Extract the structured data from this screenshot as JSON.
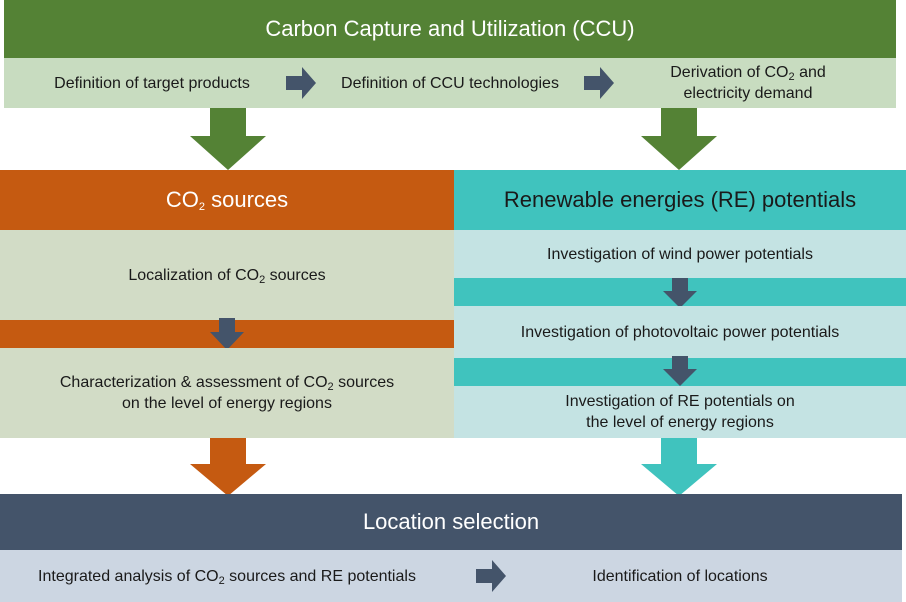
{
  "colors": {
    "green": "#548235",
    "light_green": "#c8dcc0",
    "orange": "#c55a11",
    "sage": "#d2dcc6",
    "teal": "#40c3be",
    "light_teal": "#c4e3e3",
    "navy": "#44546a",
    "light_navy": "#ccd6e2",
    "arrow_dark": "#44546a"
  },
  "ccu": {
    "title": "Carbon Capture and Utilization (CCU)",
    "step1": "Definition of target products",
    "step2": "Definition of CCU technologies",
    "step3_line1_pre": "Derivation of CO",
    "step3_line1_sub": "2",
    "step3_line1_post": " and",
    "step3_line2": "electricity demand"
  },
  "co2": {
    "title_pre": "CO",
    "title_sub": "2",
    "title_post": " sources",
    "step1_pre": "Localization of CO",
    "step1_sub": "2",
    "step1_post": " sources",
    "step2_line1_pre": "Characterization & assessment of CO",
    "step2_line1_sub": "2",
    "step2_line1_post": " sources",
    "step2_line2": "on the level of energy regions"
  },
  "re": {
    "title": "Renewable energies (RE) potentials",
    "step1": "Investigation of wind power potentials",
    "step2": "Investigation of photovoltaic power potentials",
    "step3_line1": "Investigation of RE potentials on",
    "step3_line2": "the level of energy regions"
  },
  "location": {
    "title": "Location selection",
    "step1_pre": "Integrated analysis of CO",
    "step1_sub": "2",
    "step1_post": " sources and RE potentials",
    "step2": "Identification of locations"
  }
}
